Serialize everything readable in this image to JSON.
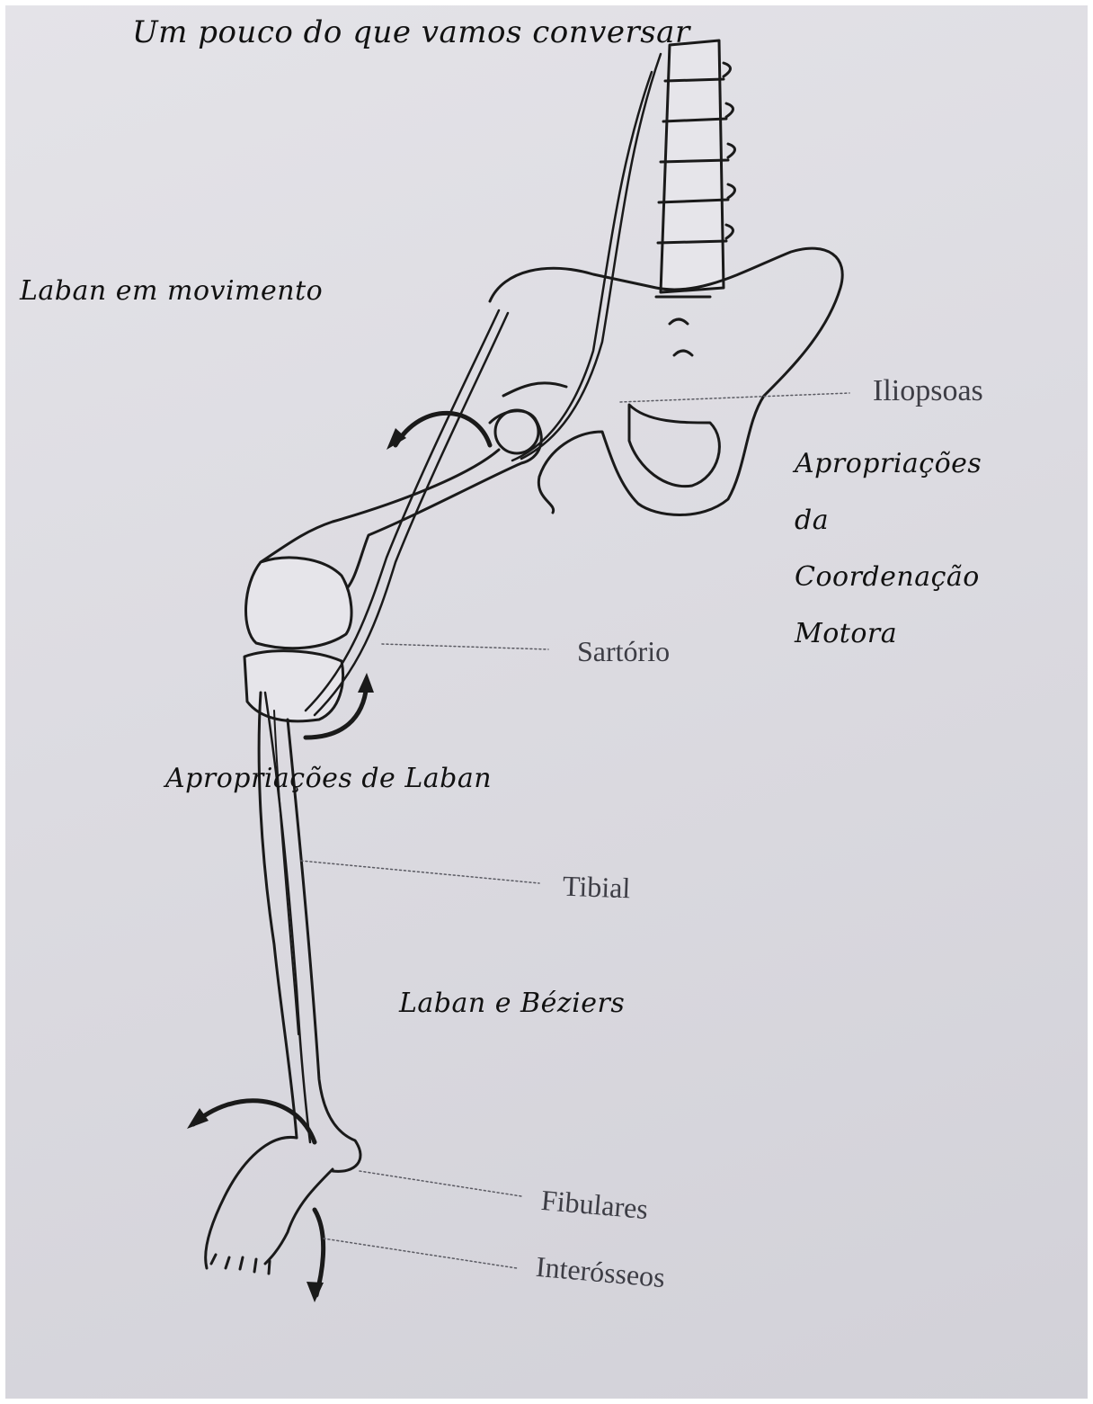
{
  "annotations": {
    "intro": "Um pouco do que vamos conversar",
    "movement": "Laban em movimento",
    "coordination": [
      "Apropriações",
      "da",
      "Coordenação",
      "Motora"
    ],
    "laban": "Apropriações de  Laban",
    "beziers": "Laban e Béziers"
  },
  "muscle_labels": {
    "iliopsoas": "Iliopsoas",
    "sartorius": "Sartório",
    "tibial": "Tibial",
    "fibulares": "Fibulares",
    "interosseos": "Interósseos"
  },
  "colors": {
    "paper": "#dcdbe1",
    "ink": "#1a1a1a",
    "label": "#3d3d45"
  }
}
